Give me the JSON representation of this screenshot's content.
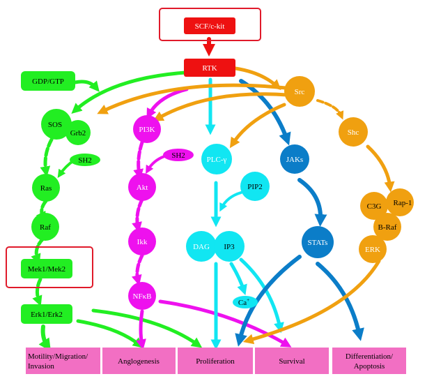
{
  "colors": {
    "red": "#ee1111",
    "green": "#22ee22",
    "magenta": "#ee11ee",
    "cyan": "#11e6f2",
    "blue": "#0b7dc8",
    "orange": "#f0a010",
    "pink": "#f26fc3",
    "highlight_border": "#e01a2a"
  },
  "top": {
    "scf": "SCF/c-kit",
    "rtk": "RTK"
  },
  "green_path": {
    "gdp": "GDP/GTP",
    "sos": "SOS",
    "grb2": "Grb2",
    "sh2": "SH2",
    "ras": "Ras",
    "raf": "Raf",
    "mek": "Mek1/Mek2",
    "erk": "Erk1/Erk2"
  },
  "magenta_path": {
    "pi3k": "PI3K",
    "sh2": "SH2",
    "akt": "Akt",
    "ikk": "Ikk",
    "nfkb": "NFκB"
  },
  "cyan_path": {
    "plc": "PLC-γ",
    "pip2": "PIP2",
    "dag": "DAG",
    "ip3": "IP3",
    "ca": "Ca",
    "ca_sup": "+"
  },
  "blue_path": {
    "jaks": "JAKs",
    "stats": "STATs"
  },
  "orange_path": {
    "src": "Src",
    "shc": "Shc",
    "c3g": "C3G",
    "rap1": "Rap-1",
    "braf": "B-Raf",
    "erk": "ERK"
  },
  "outcomes": {
    "motility_1": "Motility/Migration/",
    "motility_2": "Invasion",
    "angio": "Anglogenesis",
    "prolif": "Proliferation",
    "survival": "Survival",
    "diff_1": "Differentiation/",
    "diff_2": "Apoptosis"
  }
}
